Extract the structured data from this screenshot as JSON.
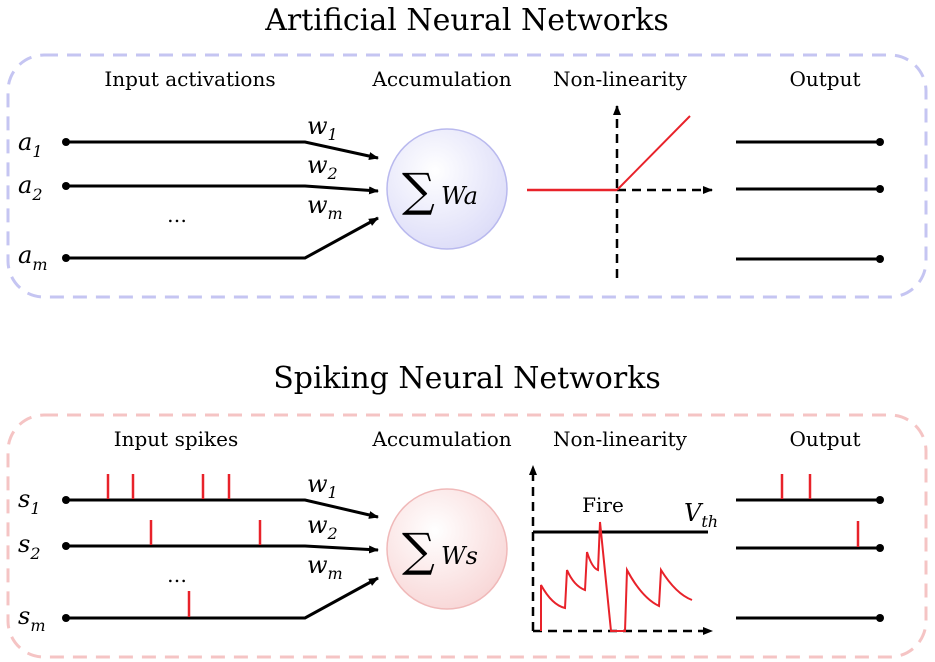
{
  "ann": {
    "title": "Artificial Neural Networks",
    "headers": {
      "input": "Input activations",
      "accumulation": "Accumulation",
      "nonlinearity": "Non-linearity",
      "output": "Output"
    },
    "inputs": [
      {
        "sym": "a",
        "sub": "1"
      },
      {
        "sym": "a",
        "sub": "2"
      },
      {
        "sym": "a",
        "sub": "m"
      }
    ],
    "weights": [
      {
        "sym": "w",
        "sub": "1"
      },
      {
        "sym": "w",
        "sub": "2"
      },
      {
        "sym": "w",
        "sub": "m"
      }
    ],
    "ellipsis": "…",
    "sum": {
      "sigma": "∑",
      "term": "Wa"
    }
  },
  "snn": {
    "title": "Spiking Neural Networks",
    "headers": {
      "input": "Input spikes",
      "accumulation": "Accumulation",
      "nonlinearity": "Non-linearity",
      "output": "Output"
    },
    "inputs": [
      {
        "sym": "s",
        "sub": "1"
      },
      {
        "sym": "s",
        "sub": "2"
      },
      {
        "sym": "s",
        "sub": "m"
      }
    ],
    "weights": [
      {
        "sym": "w",
        "sub": "1"
      },
      {
        "sym": "w",
        "sub": "2"
      },
      {
        "sym": "w",
        "sub": "m"
      }
    ],
    "ellipsis": "…",
    "sum": {
      "sigma": "∑",
      "term": "Ws"
    },
    "fire_label": "Fire",
    "threshold": {
      "sym": "V",
      "sub": "th"
    }
  },
  "colors": {
    "ann_border": "#c5c5f2",
    "snn_border": "#f5c4c4",
    "ann_circle_fill": "#e8e8fb",
    "ann_circle_stroke": "#b9b9ee",
    "snn_circle_fill": "#fbe3e3",
    "snn_circle_stroke": "#f0b9b9",
    "spike": "#e8222a",
    "line": "#000000"
  }
}
